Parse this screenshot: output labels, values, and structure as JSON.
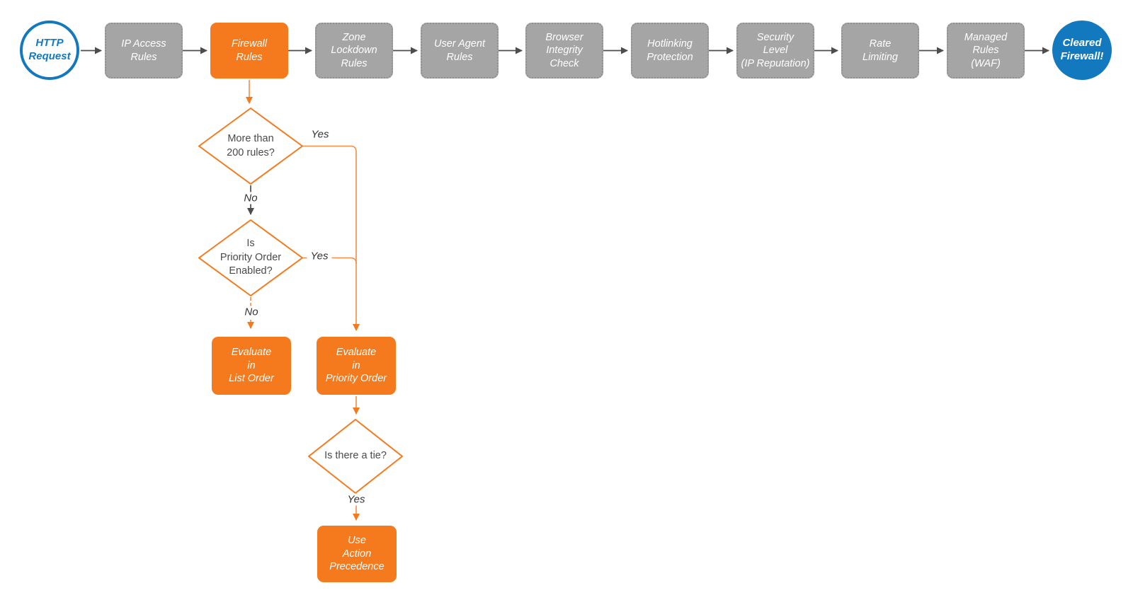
{
  "colors": {
    "accent_orange": "#F5791D",
    "line_orange": "#F78C44",
    "node_gray": "#A5A5A5",
    "accent_blue": "#1379BE",
    "line_gray": "#4D4D4D",
    "node_text": "#FFFFFF",
    "decision_text": "#4A4A4A"
  },
  "nodes": {
    "http_request": "HTTP\nRequest",
    "ip_access_rules": "IP Access\nRules",
    "firewall_rules": "Firewall\nRules",
    "zone_lockdown_rules": "Zone\nLockdown\nRules",
    "user_agent_rules": "User Agent\nRules",
    "browser_integrity_check": "Browser\nIntegrity\nCheck",
    "hotlinking_protection": "Hotlinking\nProtection",
    "security_level": "Security\nLevel\n(IP Reputation)",
    "rate_limiting": "Rate\nLimiting",
    "managed_rules": "Managed\nRules\n(WAF)",
    "cleared_firewall": "Cleared\nFirewall!",
    "decision_more_rules": "More than\n200 rules?",
    "decision_priority_enabled": "Is\nPriority Order\nEnabled?",
    "decision_tie": "Is there a tie?",
    "evaluate_list_order": "Evaluate\nin\nList Order",
    "evaluate_priority_order": "Evaluate\nin\nPriority Order",
    "use_action_precedence": "Use\nAction\nPrecedence"
  },
  "edge_labels": {
    "more_rules_yes": "Yes",
    "more_rules_no": "No",
    "priority_enabled_yes": "Yes",
    "priority_enabled_no": "No",
    "tie_yes": "Yes"
  }
}
